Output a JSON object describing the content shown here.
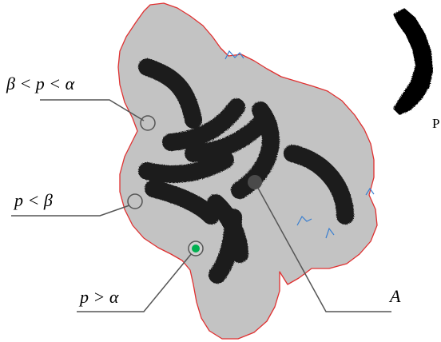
{
  "labels": {
    "beta_p_alpha": "β < p < α",
    "p_beta": "p < β",
    "p_alpha": "p > α",
    "A": "A",
    "P": "P"
  },
  "colors": {
    "region_fill": "#c3c3c3",
    "region_outline": "#e03030",
    "inner_boundary": "#3a7fd0",
    "strokes": "#1c1c1c",
    "probe_marker": "#00b050",
    "probe_A": "#4a4a4a",
    "leader_line": "#555555"
  }
}
